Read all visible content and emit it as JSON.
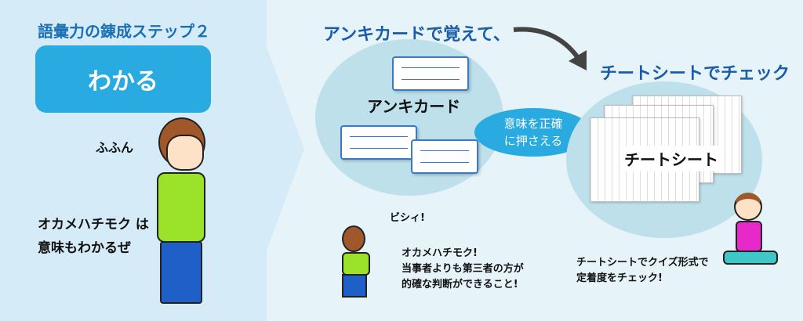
{
  "left_panel": {
    "step_title": "語彙力の錬成ステップ２",
    "level_label": "わかる",
    "speech": "ふふん",
    "caption_lines": [
      "オカメハチモク は",
      "意味もわかるぜ"
    ]
  },
  "right_panel": {
    "heading_1": "アンキカードで覚えて、",
    "heading_2": "チートシートでチェック",
    "anki_label": "アンキカード",
    "cheat_label": "チートシート",
    "badge_lines": [
      "意味を正確",
      "に押さえる"
    ],
    "pointing_sfx": "ビシィ!",
    "explain_lines": [
      "オカメハチモク!",
      "当事者よりも第三者の方が",
      "的確な判断ができること!"
    ],
    "quiz_lines": [
      "チートシートでクイズ形式で",
      "定着度をチェック!"
    ]
  },
  "colors": {
    "left_bg": "#d5ebf7",
    "right_bg": "#e6f4fa",
    "accent": "#29aae1",
    "title_blue": "#1a6fb5",
    "circle": "#bde0ea"
  }
}
